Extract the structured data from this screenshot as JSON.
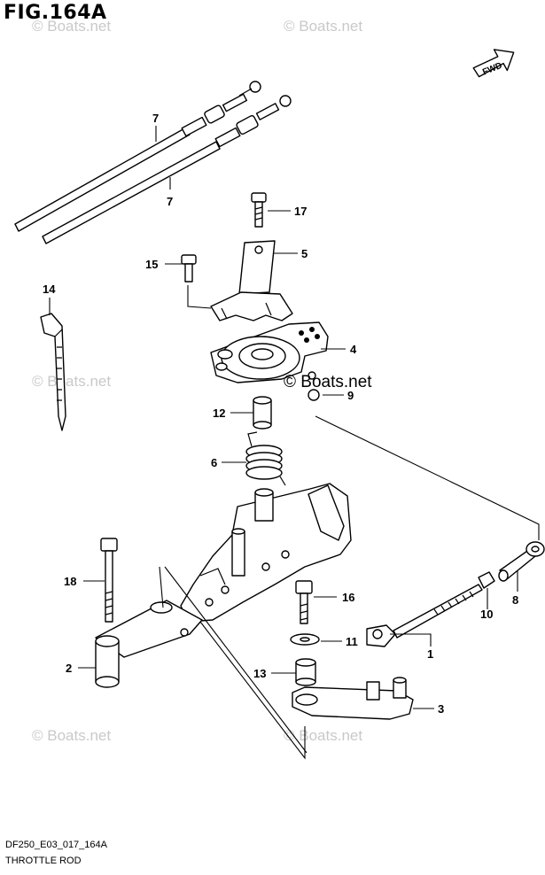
{
  "figure_title": "FIG.164A",
  "direction_label": "FWD",
  "watermark": "© Boats.net",
  "footer": {
    "code": "DF250_E03_017_164A",
    "name": "THROTTLE ROD"
  },
  "callouts": {
    "p1": "1",
    "p2": "2",
    "p3": "3",
    "p4": "4",
    "p5": "5",
    "p6": "6",
    "p7a": "7",
    "p7b": "7",
    "p8": "8",
    "p9": "9",
    "p10": "10",
    "p11": "11",
    "p12": "12",
    "p13": "13",
    "p14": "14",
    "p15": "15",
    "p16": "16",
    "p17": "17",
    "p18": "18"
  },
  "colors": {
    "line": "#000000",
    "background": "#ffffff",
    "watermark": "#c9c9c9"
  }
}
